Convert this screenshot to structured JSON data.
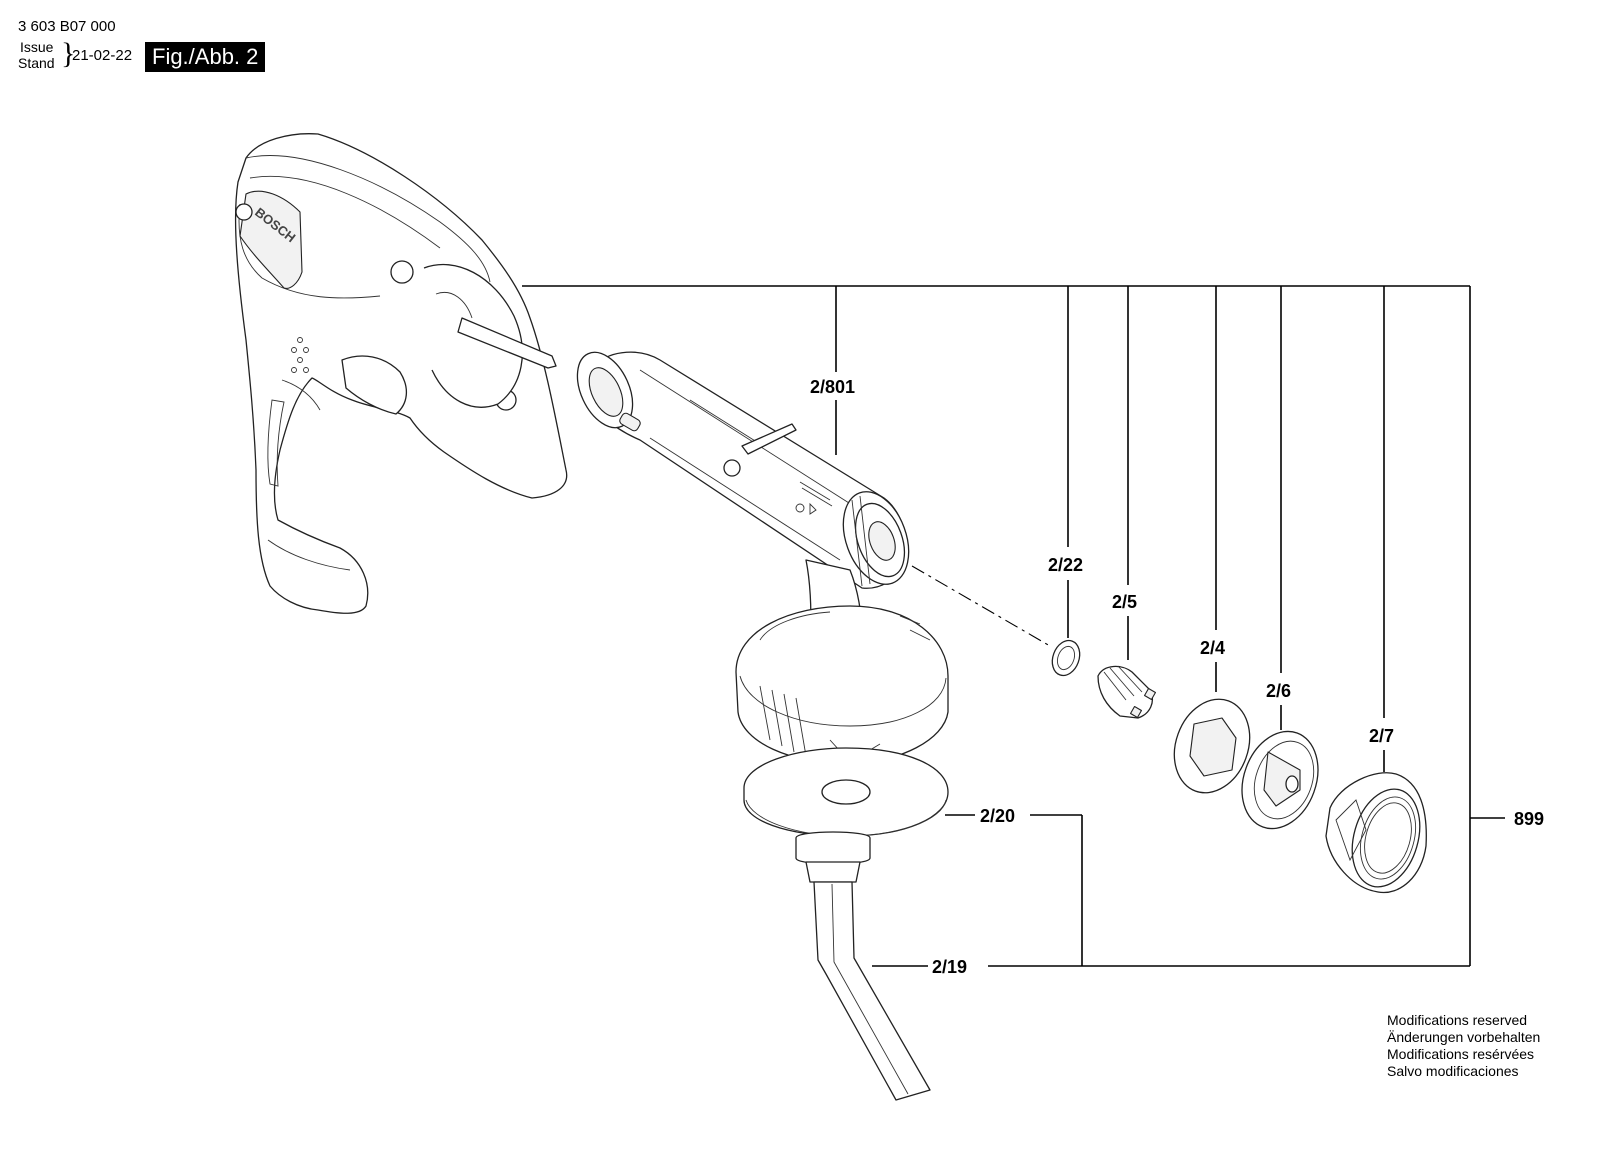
{
  "header": {
    "part_number": "3 603 B07 000",
    "issue_label": "Issue",
    "stand_label": "Stand",
    "date": "21-02-22",
    "figure_label": "Fig./Abb. 2"
  },
  "callouts": {
    "c_2_801": "2/801",
    "c_2_22": "2/22",
    "c_2_5": "2/5",
    "c_2_4": "2/4",
    "c_2_6": "2/6",
    "c_2_7": "2/7",
    "c_899": "899",
    "c_2_20": "2/20",
    "c_2_19": "2/19"
  },
  "brand_logo_text": "BOSCH",
  "modifications_notice": [
    "Modifications reserved",
    "Änderungen vorbehalten",
    "Modifications resérvées",
    "Salvo modificaciones"
  ]
}
